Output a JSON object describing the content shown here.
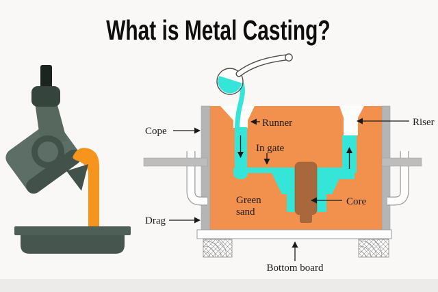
{
  "title": "What is Metal Casting?",
  "palette": {
    "background": "#f9f8f6",
    "sand_orange": "#f2914e",
    "molten_cyan": "#35e5d8",
    "molten_orange": "#f7941d",
    "flask_gray": "#b5b5b5",
    "core_brown": "#a8683c",
    "ladle_slate": "#5d6e67",
    "ladle_slate_dark": "#42524b",
    "board_white": "#fdfdfd",
    "label_text": "#1b1b1b"
  },
  "diagram": {
    "labels": {
      "cope": "Cope",
      "drag": "Drag",
      "runner": "Runner",
      "in_gate": "In gate",
      "green_sand_line1": "Green",
      "green_sand_line2": "sand",
      "core": "Core",
      "riser": "Riser",
      "bottom_board": "Bottom board"
    }
  }
}
